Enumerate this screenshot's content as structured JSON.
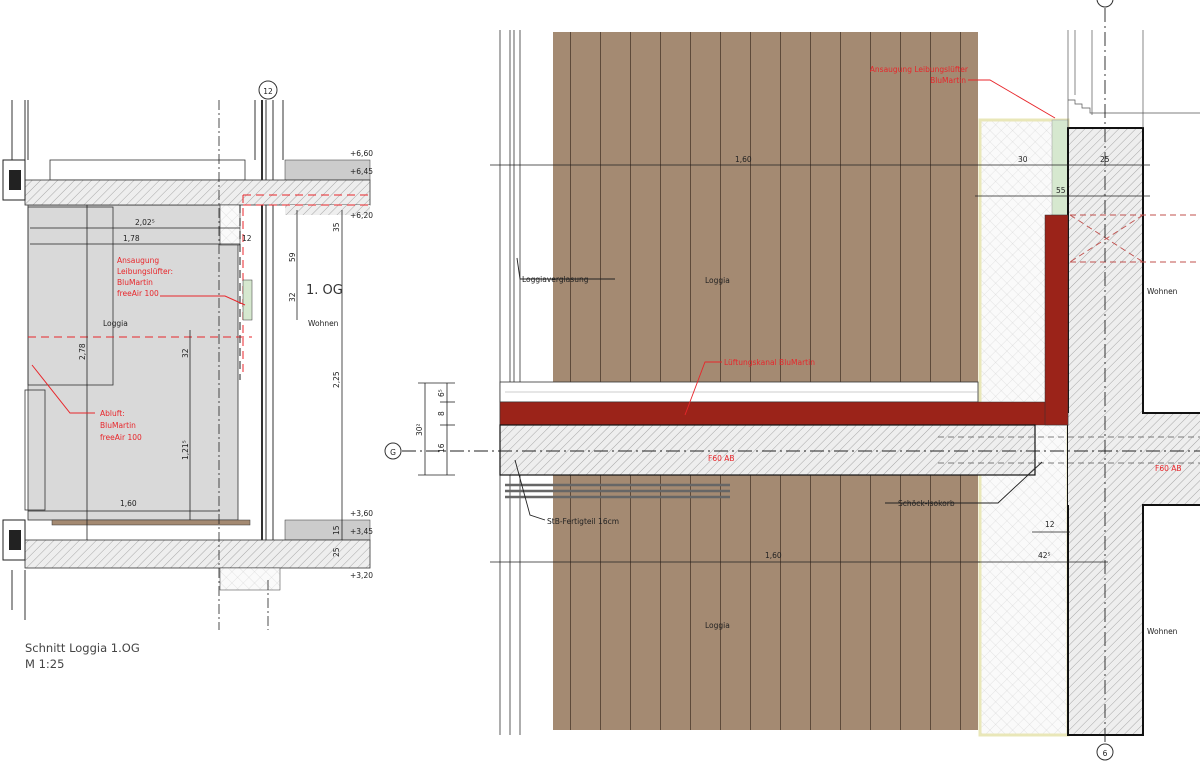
{
  "left_section": {
    "axis_label": "12",
    "caption_title": "Schnitt Loggia 1.OG",
    "caption_scale": "M 1:25",
    "room_loggia": "Loggia",
    "room_wohnen": "Wohnen",
    "floor_label": "1. OG",
    "intake_note": [
      "Ansaugung",
      "Leibungslüfter:",
      "BluMartin",
      "freeAir 100"
    ],
    "exhaust_note": [
      "Abluft:",
      "BluMartin",
      "freeAir 100"
    ],
    "dimensions": {
      "d_202": "2,02⁵",
      "d_178": "1,78",
      "d_160": "1,60",
      "d_278": "2,78",
      "d_32a": "32",
      "d_1215": "1,21⁵",
      "d_12": "12",
      "d_59": "59",
      "d_32b": "32",
      "d_35": "35",
      "d_225": "2,25",
      "d_15": "15",
      "d_25": "25"
    },
    "levels": [
      "+6,60",
      "+6,45",
      "+6,20",
      "+3,60",
      "+3,45",
      "+3,20"
    ]
  },
  "right_section": {
    "axis_g": "G",
    "axis_6": "6",
    "room_loggia_top": "Loggia",
    "room_loggia_bottom": "Loggia",
    "room_wohnen_top": "Wohnen",
    "room_wohnen_bottom": "Wohnen",
    "glazing_label": "Loggiaverglasung",
    "duct_label": "Lüftungskanal BluMartin",
    "intake_note": [
      "Ansaugung Leibungslüfter",
      "BluMartin"
    ],
    "precast_label": "StB-Fertigteil 16cm",
    "isokorb_label": "Schöck-Isokorb",
    "fire_rating_slab": "F60 AB",
    "fire_rating_wall": "F60 AB",
    "dimensions": {
      "top_160": "1,60",
      "top_30": "30",
      "top_25": "25",
      "top_55": "55",
      "v_302": "30²",
      "v_65": "6⁵",
      "v_8": "8",
      "v_16": "16",
      "b_12": "12",
      "b_425": "42⁵",
      "b_160": "1,60"
    }
  },
  "colors": {
    "wood": "#a48a72",
    "duct": "#9b2319",
    "annotation": "#e8262b",
    "loggia_fill": "#d9d9d9",
    "intake_strip": "#d6e8cf"
  }
}
